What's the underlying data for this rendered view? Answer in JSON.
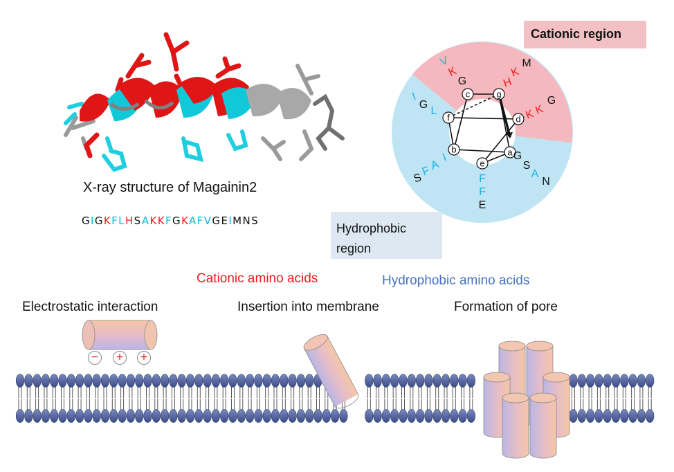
{
  "colors": {
    "cationic": "#ee1c1c",
    "hydrophobic": "#14b4e6",
    "neutral": "#111111",
    "cationic_bg": "#f5b8bf",
    "hydrophobic_bg": "#bfe4f3",
    "hydrophobic_label_bg": "#dde8f2",
    "cationic_label_bg": "#f3c0c4",
    "heading_blue": "#4472c4",
    "lipid_head": "#4f5f9c"
  },
  "structure": {
    "title": "X-ray structure of Magainin2",
    "sequence": [
      {
        "aa": "G",
        "c": "n"
      },
      {
        "aa": "I",
        "c": "h"
      },
      {
        "aa": "G",
        "c": "n"
      },
      {
        "aa": "K",
        "c": "c"
      },
      {
        "aa": "F",
        "c": "h"
      },
      {
        "aa": "L",
        "c": "h"
      },
      {
        "aa": "H",
        "c": "c"
      },
      {
        "aa": "S",
        "c": "n"
      },
      {
        "aa": "A",
        "c": "h"
      },
      {
        "aa": "K",
        "c": "c"
      },
      {
        "aa": "K",
        "c": "c"
      },
      {
        "aa": "F",
        "c": "h"
      },
      {
        "aa": "G",
        "c": "n"
      },
      {
        "aa": "K",
        "c": "c"
      },
      {
        "aa": "A",
        "c": "h"
      },
      {
        "aa": "F",
        "c": "h"
      },
      {
        "aa": "V",
        "c": "h"
      },
      {
        "aa": "G",
        "c": "n"
      },
      {
        "aa": "E",
        "c": "n"
      },
      {
        "aa": "I",
        "c": "h"
      },
      {
        "aa": "M",
        "c": "n"
      },
      {
        "aa": "N",
        "c": "n"
      },
      {
        "aa": "S",
        "c": "n"
      }
    ]
  },
  "wheel": {
    "cationic_region_label": "Cationic region",
    "hydrophobic_region_label": "Hydrophobic region",
    "positions": [
      "a",
      "b",
      "c",
      "d",
      "e",
      "f",
      "g"
    ],
    "residues": [
      {
        "t": "V",
        "c": "h"
      },
      {
        "t": "K",
        "c": "c"
      },
      {
        "t": "G",
        "c": "n"
      },
      {
        "t": "M",
        "c": "n"
      },
      {
        "t": "K",
        "c": "c"
      },
      {
        "t": "H",
        "c": "c"
      },
      {
        "t": "G",
        "c": "n"
      },
      {
        "t": "K",
        "c": "c"
      },
      {
        "t": "K",
        "c": "c"
      },
      {
        "t": "I",
        "c": "h"
      },
      {
        "t": "G",
        "c": "n"
      },
      {
        "t": "L",
        "c": "h"
      },
      {
        "t": "G",
        "c": "n"
      },
      {
        "t": "S",
        "c": "n"
      },
      {
        "t": "A",
        "c": "h"
      },
      {
        "t": "N",
        "c": "n"
      },
      {
        "t": "S",
        "c": "n"
      },
      {
        "t": "F",
        "c": "h"
      },
      {
        "t": "A",
        "c": "h"
      },
      {
        "t": "I",
        "c": "h"
      },
      {
        "t": "F",
        "c": "h"
      },
      {
        "t": "F",
        "c": "h"
      },
      {
        "t": "E",
        "c": "n"
      }
    ]
  },
  "legend": {
    "cationic": "Cationic amino acids",
    "hydrophobic": "Hydrophobic amino acids"
  },
  "steps": {
    "step1": "Electrostatic interaction",
    "step2": "Insertion into membrane",
    "step3": "Formation of pore"
  },
  "charges": [
    "−",
    "+",
    "+"
  ]
}
